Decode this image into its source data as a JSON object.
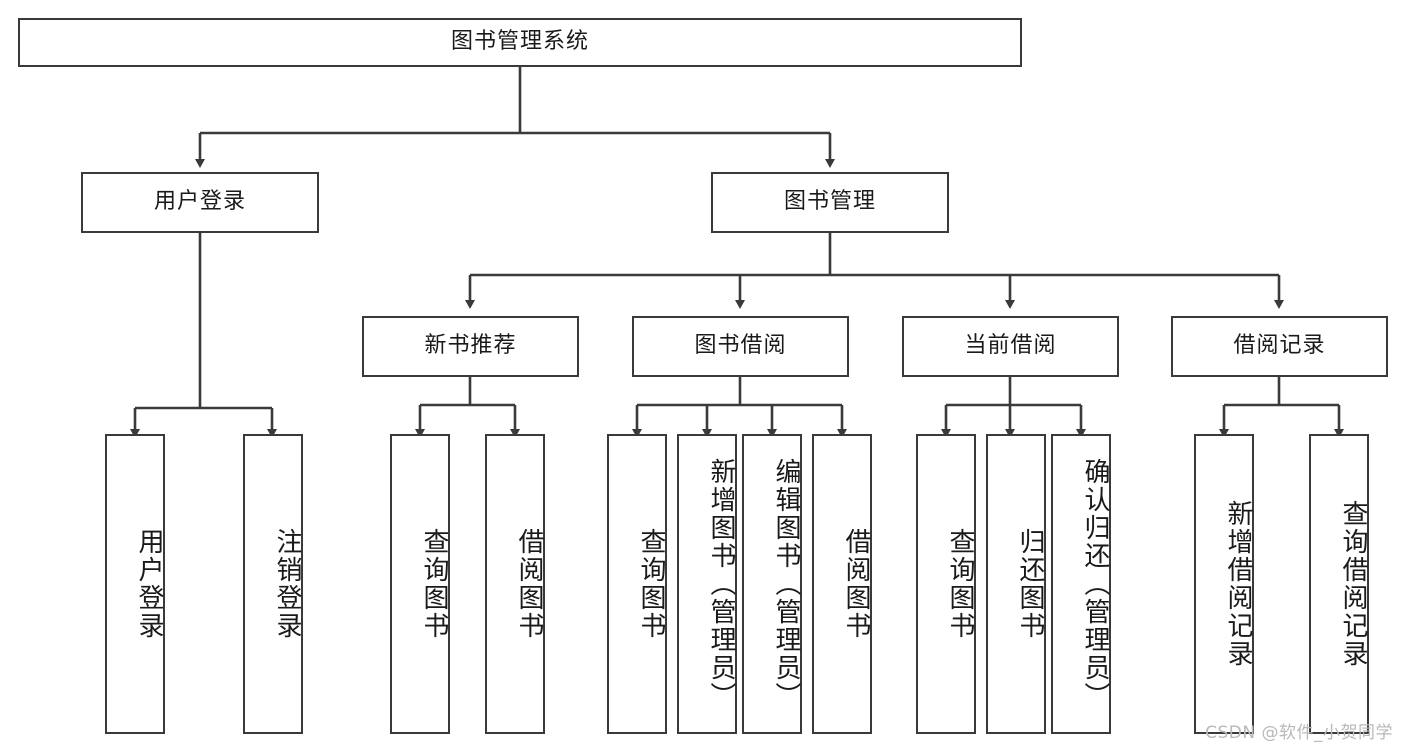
{
  "diagram": {
    "type": "tree-hierarchy",
    "title": "图书管理系统",
    "root": {
      "id": "root",
      "label": "图书管理系统"
    },
    "level2": [
      {
        "id": "user-login",
        "label": "用户登录"
      },
      {
        "id": "book-management",
        "label": "图书管理"
      }
    ],
    "level3": [
      {
        "id": "new-book-recommend",
        "label": "新书推荐",
        "parent": "book-management"
      },
      {
        "id": "book-borrow",
        "label": "图书借阅",
        "parent": "book-management"
      },
      {
        "id": "current-borrow",
        "label": "当前借阅",
        "parent": "book-management"
      },
      {
        "id": "borrow-record",
        "label": "借阅记录",
        "parent": "book-management"
      }
    ],
    "leaves": [
      {
        "id": "leaf-user-login",
        "label": "用户登录",
        "parent": "user-login"
      },
      {
        "id": "leaf-user-logout",
        "label": "注销登录",
        "parent": "user-login"
      },
      {
        "id": "leaf-query-book-1",
        "label": "查询图书",
        "parent": "new-book-recommend"
      },
      {
        "id": "leaf-borrow-book-1",
        "label": "借阅图书",
        "parent": "new-book-recommend"
      },
      {
        "id": "leaf-query-book-2",
        "label": "查询图书",
        "parent": "book-borrow"
      },
      {
        "id": "leaf-add-book",
        "label": "新增图书（管理员）",
        "parent": "book-borrow"
      },
      {
        "id": "leaf-edit-book",
        "label": "编辑图书（管理员）",
        "parent": "book-borrow"
      },
      {
        "id": "leaf-borrow-book-2",
        "label": "借阅图书",
        "parent": "book-borrow"
      },
      {
        "id": "leaf-query-book-3",
        "label": "查询图书",
        "parent": "current-borrow"
      },
      {
        "id": "leaf-return-book",
        "label": "归还图书",
        "parent": "current-borrow"
      },
      {
        "id": "leaf-confirm-return",
        "label": "确认归还（管理员）",
        "parent": "current-borrow"
      },
      {
        "id": "leaf-add-record",
        "label": "新增借阅记录",
        "parent": "borrow-record"
      },
      {
        "id": "leaf-query-record",
        "label": "查询借阅记录",
        "parent": "borrow-record"
      }
    ],
    "colors": {
      "box_border": "#3a3a3a",
      "box_fill": "#ffffff",
      "connector": "#3a3a3a",
      "text": "#1a1a1a",
      "watermark": "#b9b9b9",
      "background": "#ffffff"
    }
  },
  "watermark": {
    "text": "CSDN @软件_小贺同学"
  }
}
